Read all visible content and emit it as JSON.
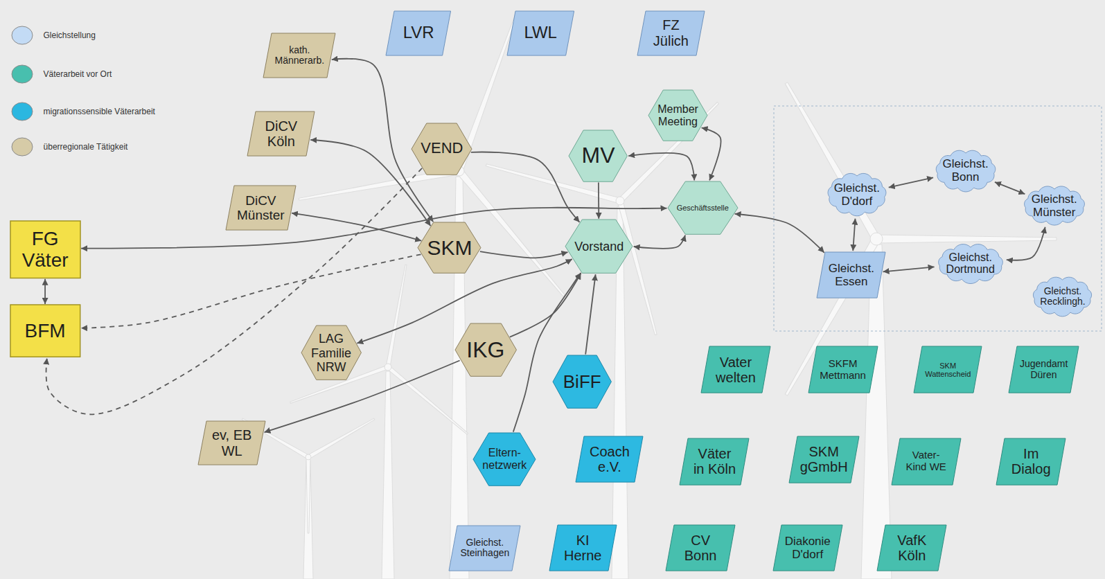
{
  "diagram": {
    "nodes": [
      {
        "text": [
          "LVR"
        ]
      },
      {
        "text": [
          "LWL"
        ]
      },
      {
        "text": [
          "FZ Jülich"
        ]
      },
      {
        "text": [
          "kath. Männerarb."
        ]
      },
      {
        "text": [
          "Member Meeting"
        ]
      },
      {
        "text": [
          "DiCV Köln"
        ]
      },
      {
        "text": [
          "VEND"
        ]
      },
      {
        "text": [
          "MV"
        ]
      },
      {
        "text": [
          "Gleichst. Bonn"
        ]
      },
      {
        "text": [
          "Gleichst. D'dorf"
        ]
      },
      {
        "text": [
          "Gleichst. Münster"
        ]
      },
      {
        "text": [
          "DiCV Münster"
        ]
      },
      {
        "text": [
          "Geschäftsstelle"
        ]
      },
      {
        "text": [
          "FG Väter"
        ]
      },
      {
        "text": [
          "SKM"
        ]
      },
      {
        "text": [
          "Vorstand"
        ]
      },
      {
        "text": [
          "Gleichst. Essen"
        ]
      },
      {
        "text": [
          "Gleichst. Dortmund"
        ]
      },
      {
        "text": [
          "Gleichst. Recklingh."
        ]
      },
      {
        "text": [
          "BFM"
        ]
      },
      {
        "text": [
          "LAG Familie NRW"
        ]
      },
      {
        "text": [
          "IKG"
        ]
      },
      {
        "text": [
          "Vater welten"
        ]
      },
      {
        "text": [
          "SKFM Mettmann"
        ]
      },
      {
        "text": [
          "SKM Wattenscheid"
        ]
      },
      {
        "text": [
          "Jugendamt Düren"
        ]
      },
      {
        "text": [
          "BiFF"
        ]
      },
      {
        "text": [
          "ev, EB WL"
        ]
      },
      {
        "text": [
          "Eltern-netzwerk"
        ]
      },
      {
        "text": [
          "Coach e.V."
        ]
      },
      {
        "text": [
          "Väter in Köln"
        ]
      },
      {
        "text": [
          "SKM gGmbH"
        ]
      },
      {
        "text": [
          "Vater-Kind WE"
        ]
      },
      {
        "text": [
          "Im Dialog"
        ]
      },
      {
        "text": [
          "Gleichst. Steinhagen"
        ]
      },
      {
        "text": [
          "KI Herne"
        ]
      },
      {
        "text": [
          "CV Bonn"
        ]
      },
      {
        "text": [
          "Diakonie D'dorf"
        ]
      },
      {
        "text": [
          "VafK Köln"
        ]
      }
    ],
    "edges": [
      {
        "from": 3,
        "to": 14,
        "arrow": "both"
      },
      {
        "from": 5,
        "to": 14,
        "arrow": "both"
      },
      {
        "from": 11,
        "to": 14,
        "arrow": "both"
      },
      {
        "from": 13,
        "to": 12,
        "arrow": "both"
      },
      {
        "from": 13,
        "to": 19,
        "arrow": "both"
      },
      {
        "from": 14,
        "to": 19,
        "arrow": "to"
      },
      {
        "from": 6,
        "to": 19,
        "arrow": "to"
      },
      {
        "from": 6,
        "to": 15,
        "arrow": "to"
      },
      {
        "from": 7,
        "to": 15,
        "arrow": "to"
      },
      {
        "from": 14,
        "to": 15,
        "arrow": "to"
      },
      {
        "from": 20,
        "to": 15,
        "arrow": "both"
      },
      {
        "from": 21,
        "to": 15,
        "arrow": "to"
      },
      {
        "from": 21,
        "to": 27,
        "arrow": "to"
      },
      {
        "from": 28,
        "to": 15,
        "arrow": "to"
      },
      {
        "from": 26,
        "to": 15,
        "arrow": "to"
      },
      {
        "from": 15,
        "to": 12,
        "arrow": "both"
      },
      {
        "from": 7,
        "to": 12,
        "arrow": "both"
      },
      {
        "from": 4,
        "to": 12,
        "arrow": "both"
      },
      {
        "from": 12,
        "to": 16,
        "arrow": "both"
      },
      {
        "from": 9,
        "to": 16,
        "arrow": "both"
      },
      {
        "from": 9,
        "to": 8,
        "arrow": "both"
      },
      {
        "from": 8,
        "to": 10,
        "arrow": "both"
      },
      {
        "from": 10,
        "to": 17,
        "arrow": "both"
      },
      {
        "from": 17,
        "to": 16,
        "arrow": "both"
      }
    ],
    "legend": [
      {
        "text": "Gleichstellung",
        "color": "#c3dbf5"
      },
      {
        "text": "Väterarbeit vor Ort",
        "color": "#48bfae"
      },
      {
        "text": "migrationssensible Väterarbeit",
        "color": "#2bb7e0"
      },
      {
        "text": "überregionale Tätigkeit",
        "color": "#d6cba7"
      }
    ]
  }
}
